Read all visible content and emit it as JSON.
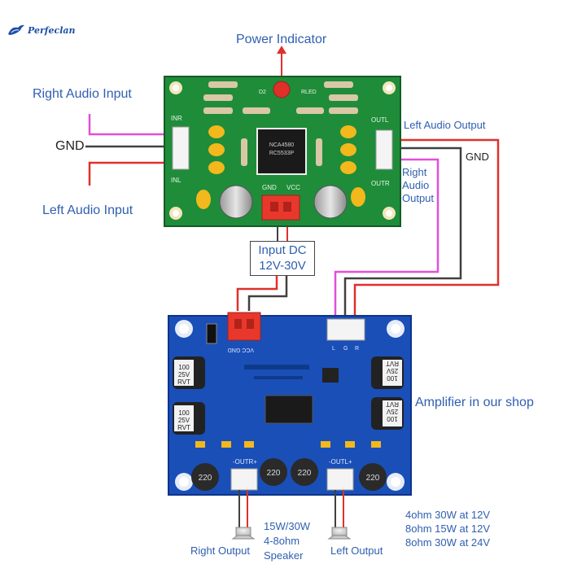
{
  "brand": {
    "name": "Perfeclan"
  },
  "labels": {
    "power_indicator": "Power Indicator",
    "right_audio_input": "Right Audio Input",
    "gnd_left": "GND",
    "left_audio_input": "Left Audio Input",
    "left_audio_output": "Left Audio Output",
    "gnd_right": "GND",
    "right_audio_output": [
      "Right",
      "Audio",
      "Output"
    ],
    "input_dc": [
      "Input DC",
      "12V-30V"
    ],
    "amplifier_shop": "Amplifier in our shop",
    "right_output": "Right Output",
    "left_output": "Left Output",
    "speaker_spec": [
      "15W/30W",
      "4-8ohm",
      "Speaker"
    ],
    "power_specs": [
      "4ohm 30W at 12V",
      "8ohm 15W at 12V",
      "8ohm 30W at 24V"
    ]
  },
  "preamp_board": {
    "silkscreen": {
      "inr": "INR",
      "inl": "INL",
      "outl": "OUTL",
      "outr": "OUTR",
      "gnd": "GND",
      "vcc": "VCC",
      "led": "RLED",
      "d2": "D2"
    },
    "chip": [
      "NCA4580",
      "RC5533P"
    ]
  },
  "amp_board": {
    "silkscreen": {
      "vcc_gnd": "VCC GND",
      "out_r": "-OUTR+",
      "out_l": "-OUTL+",
      "l": "L",
      "gnd_pin": "G",
      "r": "R"
    },
    "capacitors": [
      "100",
      "25V",
      "RVT"
    ],
    "inductors": [
      "220",
      "220",
      "220",
      "220"
    ]
  },
  "colors": {
    "label_blue": "#2f5fb0",
    "pcb_green": "#1f8c3a",
    "pcb_blue": "#1a4fb8",
    "wire_pink": "#e24fd8",
    "wire_red": "#e0302a",
    "wire_dark": "#404040",
    "connector_red": "#e8382c"
  }
}
